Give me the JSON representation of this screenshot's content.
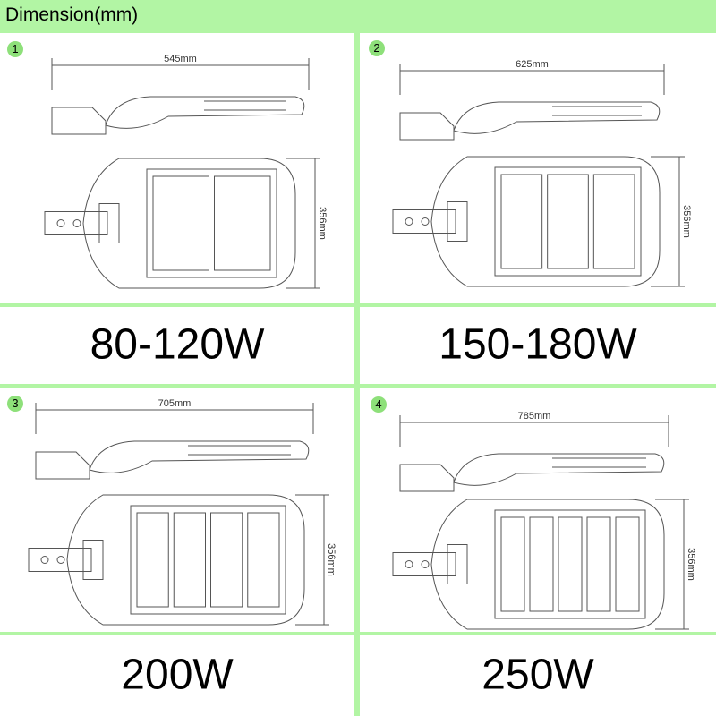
{
  "header": {
    "title": "Dimension(mm)"
  },
  "colors": {
    "background": "#b2f5a4",
    "badge": "#8ee07a",
    "line": "#555555"
  },
  "models": [
    {
      "number": "1",
      "length": "545mm",
      "width": "356mm",
      "power": "80-120W",
      "panels": 2
    },
    {
      "number": "2",
      "length": "625mm",
      "width": "356mm",
      "power": "150-180W",
      "panels": 3
    },
    {
      "number": "3",
      "length": "705mm",
      "width": "356mm",
      "power": "200W",
      "panels": 4
    },
    {
      "number": "4",
      "length": "785mm",
      "width": "356mm",
      "power": "250W",
      "panels": 5
    }
  ]
}
